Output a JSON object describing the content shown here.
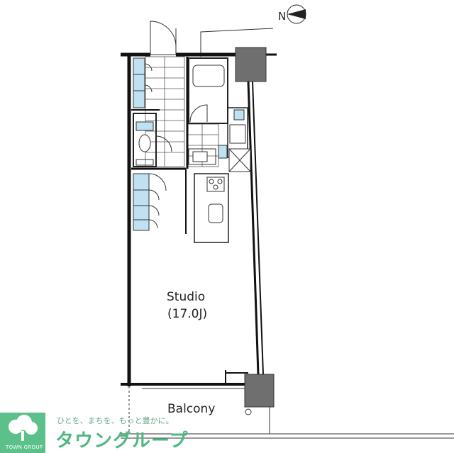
{
  "compass": {
    "label": "N"
  },
  "rooms": {
    "studio_name": "Studio",
    "studio_size": "(17.0J)",
    "balcony": "Balcony"
  },
  "branding": {
    "tagline": "ひとを、まちを、もっと豊かに。",
    "brand_name": "タウングループ",
    "group_label": "TOWN GROUP"
  },
  "colors": {
    "fixture_blue": "#bfe1f2",
    "column_gray": "#6f6f6f",
    "wall": "#111111",
    "brand_green": "#4fb781"
  }
}
